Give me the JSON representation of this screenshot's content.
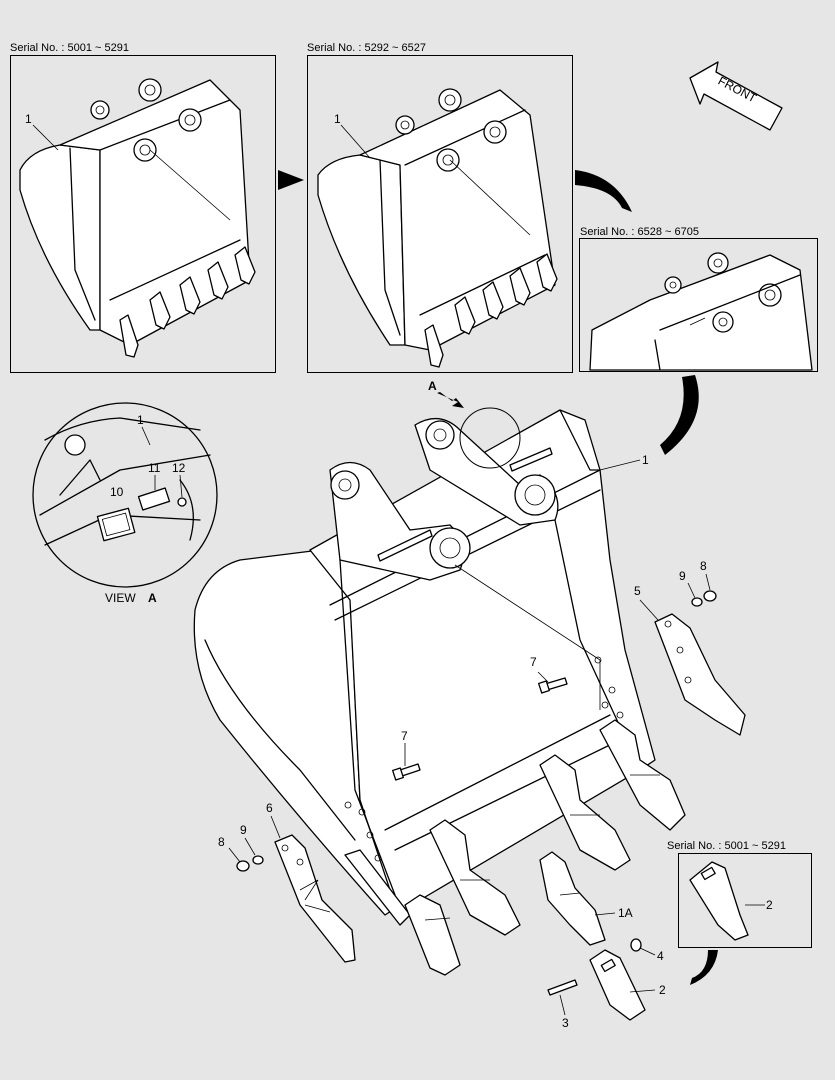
{
  "panels": [
    {
      "serial": "Serial No. : 5001 ~ 5291",
      "part": "1"
    },
    {
      "serial": "Serial No. : 5292 ~ 6527",
      "part": "1"
    },
    {
      "serial": "Serial No. : 6528 ~ 6705"
    }
  ],
  "front_label": "FRONT",
  "view": {
    "title": "VIEW",
    "letter": "A",
    "arrow_letter": "A"
  },
  "view_parts": [
    "1",
    "10",
    "11",
    "12"
  ],
  "tooth_inset": {
    "serial": "Serial No. : 5001 ~ 5291",
    "part": "2"
  },
  "callouts": {
    "bucket": "1",
    "tooth_adapter": "1A",
    "tooth": "2",
    "pin": "3",
    "lock": "4",
    "side_cutter_right": "5",
    "side_cutter_left": "6",
    "bolt_upper": "7",
    "bolt_lower": "7",
    "nut_right": "8",
    "nut_left": "8",
    "washer_right": "9",
    "washer_left": "9"
  }
}
